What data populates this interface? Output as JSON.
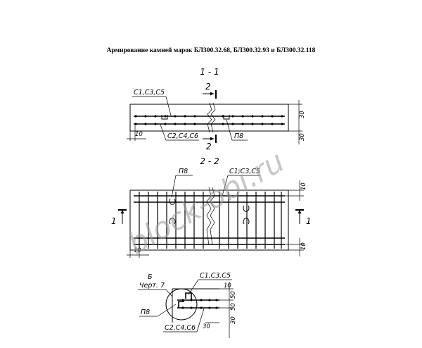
{
  "title": "Армирование камней марок БЛ300.32.68, БЛ300.32.93 и БЛ300.32.118",
  "section_1": {
    "label": "1 - 1",
    "mesh_top_label": "С1,С3,С5",
    "mesh_bottom_label": "С2,С4,С6",
    "cut_label": "2",
    "clip_label": "П8",
    "dim_left": "10",
    "dim_right_top": "30",
    "dim_right_bottom": "30"
  },
  "section_2": {
    "label": "2 - 2",
    "clip_label": "П8",
    "mesh_label": "С1,С3,С5",
    "cut_label": "1",
    "dim_right_top": "10",
    "dim_right_bottom": "10",
    "dim_left_bottom": "10"
  },
  "detail": {
    "label": "Б",
    "ref": "Черт. 7",
    "mesh_top_label": "С1,С3,С5",
    "mesh_bottom_label": "С2,С4,С6",
    "clip_label": "П8",
    "dim_10": "10",
    "dim_50a": "50",
    "dim_50b": "50",
    "dim_30a": "30",
    "dim_30b": "30"
  },
  "watermark": "block-obi.ru"
}
